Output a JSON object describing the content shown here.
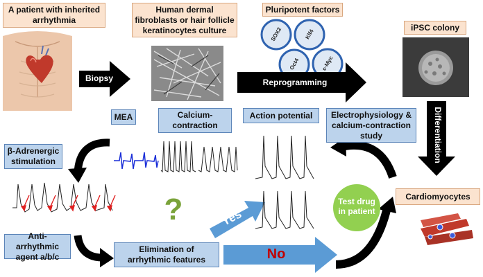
{
  "boxes": {
    "patient": "A patient with inherited arrhythmia",
    "fibroblast": "Human dermal fibroblasts or hair follicle keratinocytes culture",
    "pluripotent": "Pluripotent factors",
    "ipsc": "iPSC colony",
    "mea": "MEA",
    "calcium": "Calcium-contraction",
    "action": "Action potential",
    "electro": "Electrophysiology & calcium-contraction study",
    "beta": "β-Adrenergic stimulation",
    "cardio": "Cardiomyocytes",
    "antiarr": "Anti-arrhythmic agent a/b/c",
    "elimination": "Elimination of arrhythmic features"
  },
  "arrows": {
    "biopsy": "Biopsy",
    "reprogramming": "Reprogramming",
    "differentiation": "Differentiation",
    "yes": "Yes",
    "no": "No"
  },
  "factors": [
    "SOX2",
    "Klf4",
    "Oct4",
    "c-Myc"
  ],
  "test_drug": "Test drug in patient",
  "question_mark": "?",
  "colors": {
    "box_blue": "#bcd3ec",
    "box_peach": "#fbe3cf",
    "arrow_black": "#000000",
    "arrow_blue": "#5b9bd5",
    "green_circle": "#92d050",
    "red_text": "#c00000",
    "question": "#7aa33a",
    "mea_trace": "#1a2ed8"
  }
}
